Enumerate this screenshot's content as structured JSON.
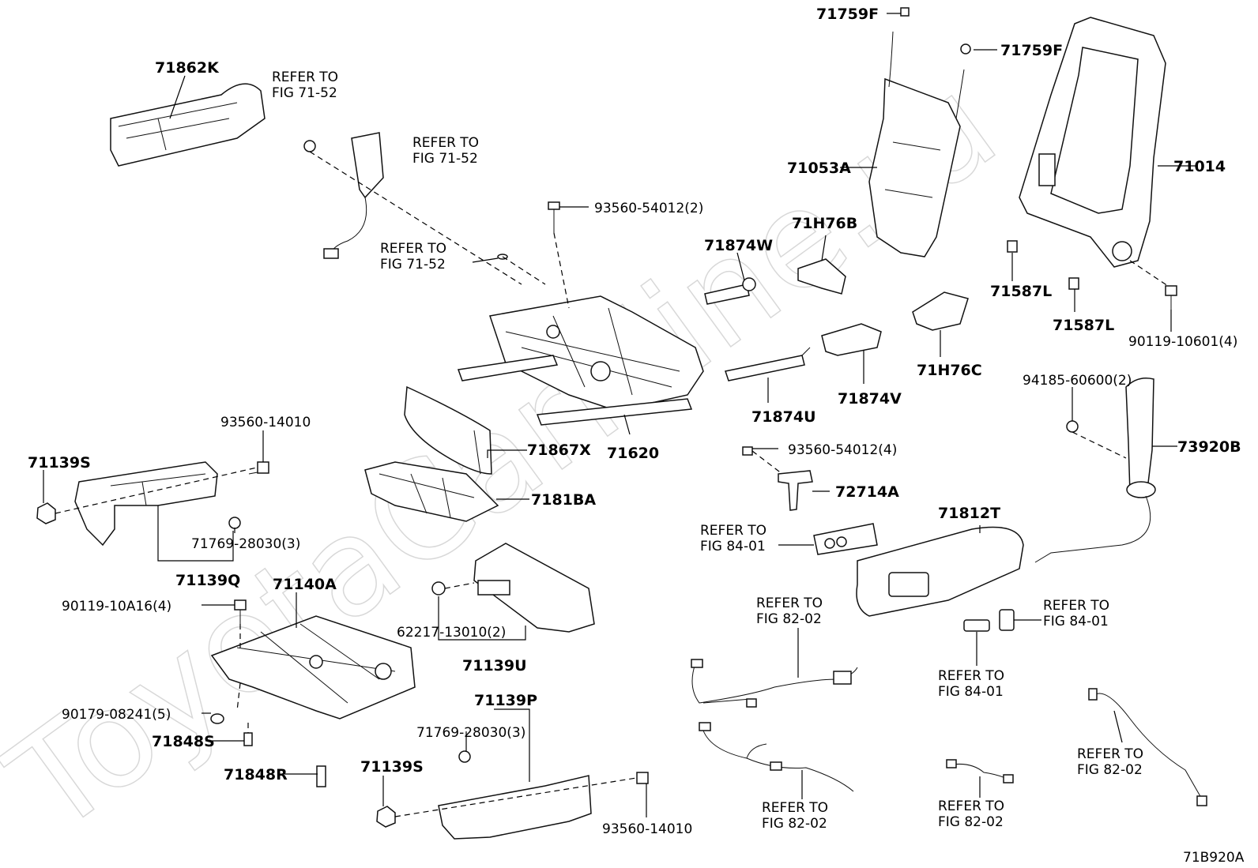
{
  "watermark": "ToyotaCarMine.ru",
  "figure_code": "71B920A",
  "labels": {
    "p71862K": "71862K",
    "refer_a1": "REFER TO",
    "refer_a2": "FIG 71-52",
    "refer_b1": "REFER TO",
    "refer_b2": "FIG 71-52",
    "refer_c1": "REFER TO",
    "refer_c2": "FIG 71-52",
    "p93560_54012_2": "93560-54012(2)",
    "p71759F_top": "71759F",
    "p71759F_right": "71759F",
    "p71053A": "71053A",
    "p71014": "71014",
    "p71H76B": "71H76B",
    "p71874W": "71874W",
    "p71587L_a": "71587L",
    "p71587L_b": "71587L",
    "p90119_10601_4": "90119-10601(4)",
    "p71H76C": "71H76C",
    "p71874V": "71874V",
    "p71874U": "71874U",
    "p94185_60600_2": "94185-60600(2)",
    "p73920B": "73920B",
    "p93560_14010_top": "93560-14010",
    "p71139S_top": "71139S",
    "p71867X": "71867X",
    "p71620": "71620",
    "p93560_54012_4": "93560-54012(4)",
    "p7181BA": "7181BA",
    "p72714A": "72714A",
    "p71769_28030_top": "71769-28030(3)",
    "refer_d1": "REFER TO",
    "refer_d2": "FIG 84-01",
    "p71812T": "71812T",
    "p71139Q": "71139Q",
    "p71140A": "71140A",
    "p90119_10A16_4": "90119-10A16(4)",
    "refer_e1": "REFER TO",
    "refer_e2": "FIG 82-02",
    "refer_f1": "REFER TO",
    "refer_f2": "FIG 84-01",
    "p62217_13010_2": "62217-13010(2)",
    "p71139U": "71139U",
    "refer_g1": "REFER TO",
    "refer_g2": "FIG 84-01",
    "p90179_08241_5": "90179-08241(5)",
    "p71139P": "71139P",
    "p71848S": "71848S",
    "p71769_28030_bottom": "71769-28030(3)",
    "refer_h1": "REFER TO",
    "refer_h2": "FIG 82-02",
    "p71848R": "71848R",
    "p71139S_bottom": "71139S",
    "refer_i1": "REFER TO",
    "refer_i2": "FIG 82-02",
    "refer_j1": "REFER TO",
    "refer_j2": "FIG 82-02",
    "p93560_14010_bottom": "93560-14010"
  }
}
